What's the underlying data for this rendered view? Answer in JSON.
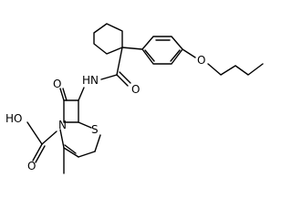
{
  "atoms": {
    "nh": "HN",
    "amide_o": "O",
    "beta_lactam_o": "O",
    "n": "N",
    "s": "S",
    "ether_o": "O",
    "acid_oh": "OH",
    "acid_o": "HO",
    "cooh": "O",
    "s_ring": "S"
  },
  "labels": {
    "carboxylic_acid": "OH"
  },
  "colors": {
    "bond": "#000000",
    "text": "#000000",
    "background": "#ffffff"
  }
}
